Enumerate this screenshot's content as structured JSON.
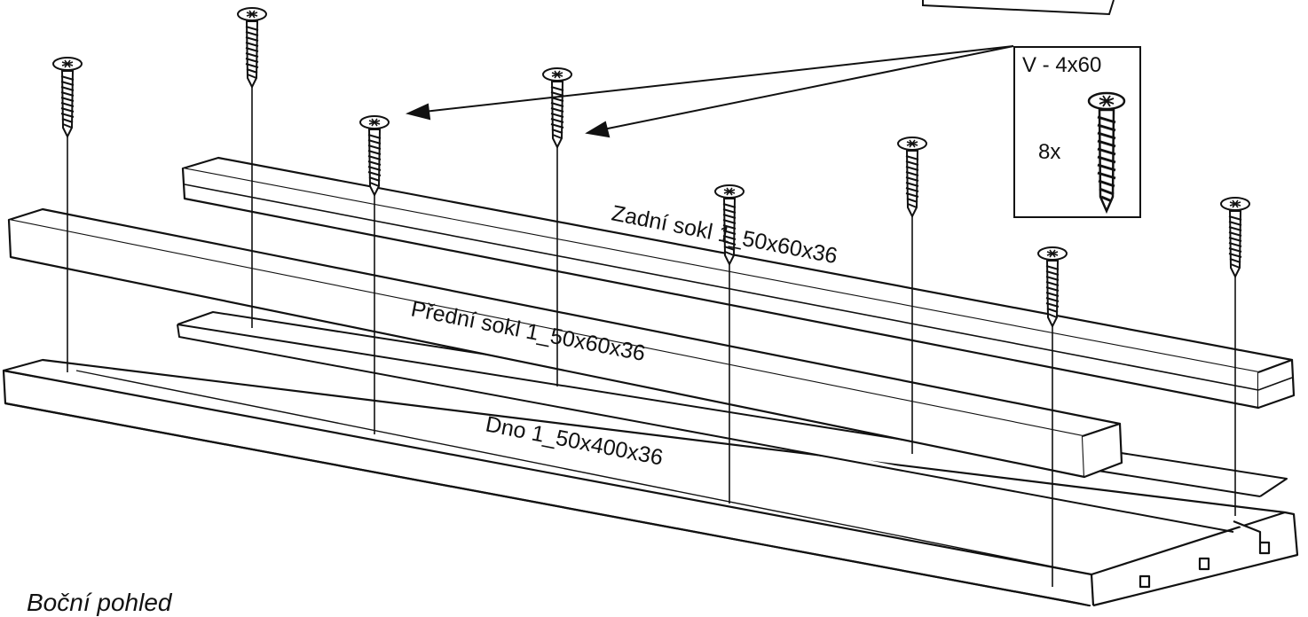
{
  "labels": {
    "back_plinth": "Zadní sokl 1_50x60x36",
    "front_plinth": "Přední sokl 1_50x60x36",
    "bottom": "Dno 1_50x400x36"
  },
  "legend": {
    "screw_code": "V - 4x60",
    "quantity": "8x"
  },
  "caption": "Boční pohled",
  "icons": {
    "screw": "screw-icon"
  }
}
